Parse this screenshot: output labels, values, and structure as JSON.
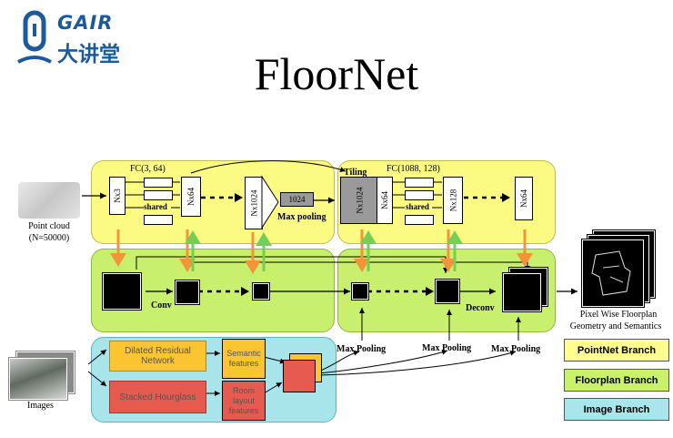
{
  "logo": {
    "brand_en": "GAIR",
    "brand_cn": "大讲堂"
  },
  "title": "FloorNet",
  "inputs": {
    "point_cloud": {
      "label": "Point cloud",
      "sublabel": "(N=50000)"
    },
    "images": {
      "label": "Images"
    }
  },
  "pointnet": {
    "fc1_label": "FC(3, 64)",
    "fc2_label": "FC(1088, 128)",
    "shared_1": "shared",
    "shared_2": "shared",
    "tiling": "Tiling",
    "global_feature": "1024",
    "max_pooling": "Max pooling",
    "dims": {
      "n3": "Nx3",
      "n64_a": "Nx64",
      "n1024_a": "Nx1024",
      "n1024_b": "Nx1024",
      "n64_b": "Nx64",
      "n128": "Nx128",
      "n64_c": "Nx64"
    }
  },
  "floorplan": {
    "conv": "Conv",
    "deconv": "Deconv",
    "max_pooling_labels": [
      "Max Pooling",
      "Max Pooling",
      "Max Pooling"
    ]
  },
  "image_branch": {
    "drn": "Dilated Residual Network",
    "stacked": "Stacked Hourglass",
    "semantic": "Semantic features",
    "room_layout": "Room layout features"
  },
  "output": {
    "line1": "Pixel Wise Floorplan",
    "line2": "Geometry and Semantics"
  },
  "legend": [
    {
      "label": "PointNet Branch",
      "color": "#fefd8e"
    },
    {
      "label": "Floorplan Branch",
      "color": "#c9f269"
    },
    {
      "label": "Image Branch",
      "color": "#a8e6ec"
    }
  ],
  "colors": {
    "pointnet": "#fbfb84",
    "floorplan": "#c8ef6e",
    "image": "#a7e5ea",
    "orange": "#f2943a",
    "green": "#74cf52",
    "yellow_box": "#fac531",
    "red_box": "#e65a50"
  }
}
